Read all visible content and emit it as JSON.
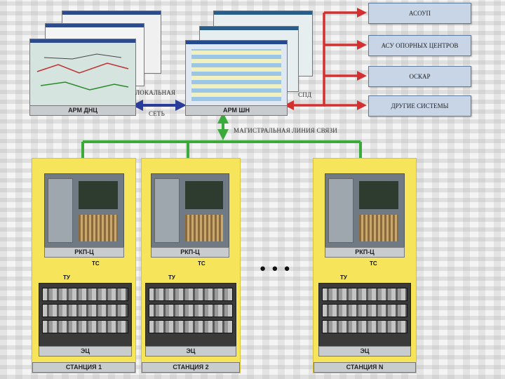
{
  "workstations": {
    "dnc": "АРМ ДНЦ",
    "shn": "АРМ ШН"
  },
  "links": {
    "local_network_line1": "ЛОКАЛЬНАЯ",
    "local_network_line2": "СЕТЬ",
    "spd": "СПД",
    "backbone": "МАГИСТРАЛЬНАЯ ЛИНИЯ СВЯЗИ"
  },
  "external_systems": [
    {
      "label": "АСОУП"
    },
    {
      "label": "АСУ ОПОРНЫХ ЦЕНТРОВ"
    },
    {
      "label": "ОСКАР"
    },
    {
      "label": "ДРУГИЕ СИСТЕМЫ"
    }
  ],
  "stations": [
    {
      "name": "СТАНЦИЯ 1",
      "controller": "РКП-Ц",
      "interlocking": "ЭЦ",
      "tu": "ТУ",
      "ts": "ТС"
    },
    {
      "name": "СТАНЦИЯ 2",
      "controller": "РКП-Ц",
      "interlocking": "ЭЦ",
      "tu": "ТУ",
      "ts": "ТС"
    },
    {
      "name": "СТАНЦИЯ N",
      "controller": "РКП-Ц",
      "interlocking": "ЭЦ",
      "tu": "ТУ",
      "ts": "ТС"
    }
  ],
  "ellipsis": "● ● ●",
  "colors": {
    "station_bg": "#f6e45a",
    "backbone": "#3aab3a",
    "spd": "#d43030",
    "local_network": "#2a3c9a",
    "system_box": "#c7d5e6"
  }
}
